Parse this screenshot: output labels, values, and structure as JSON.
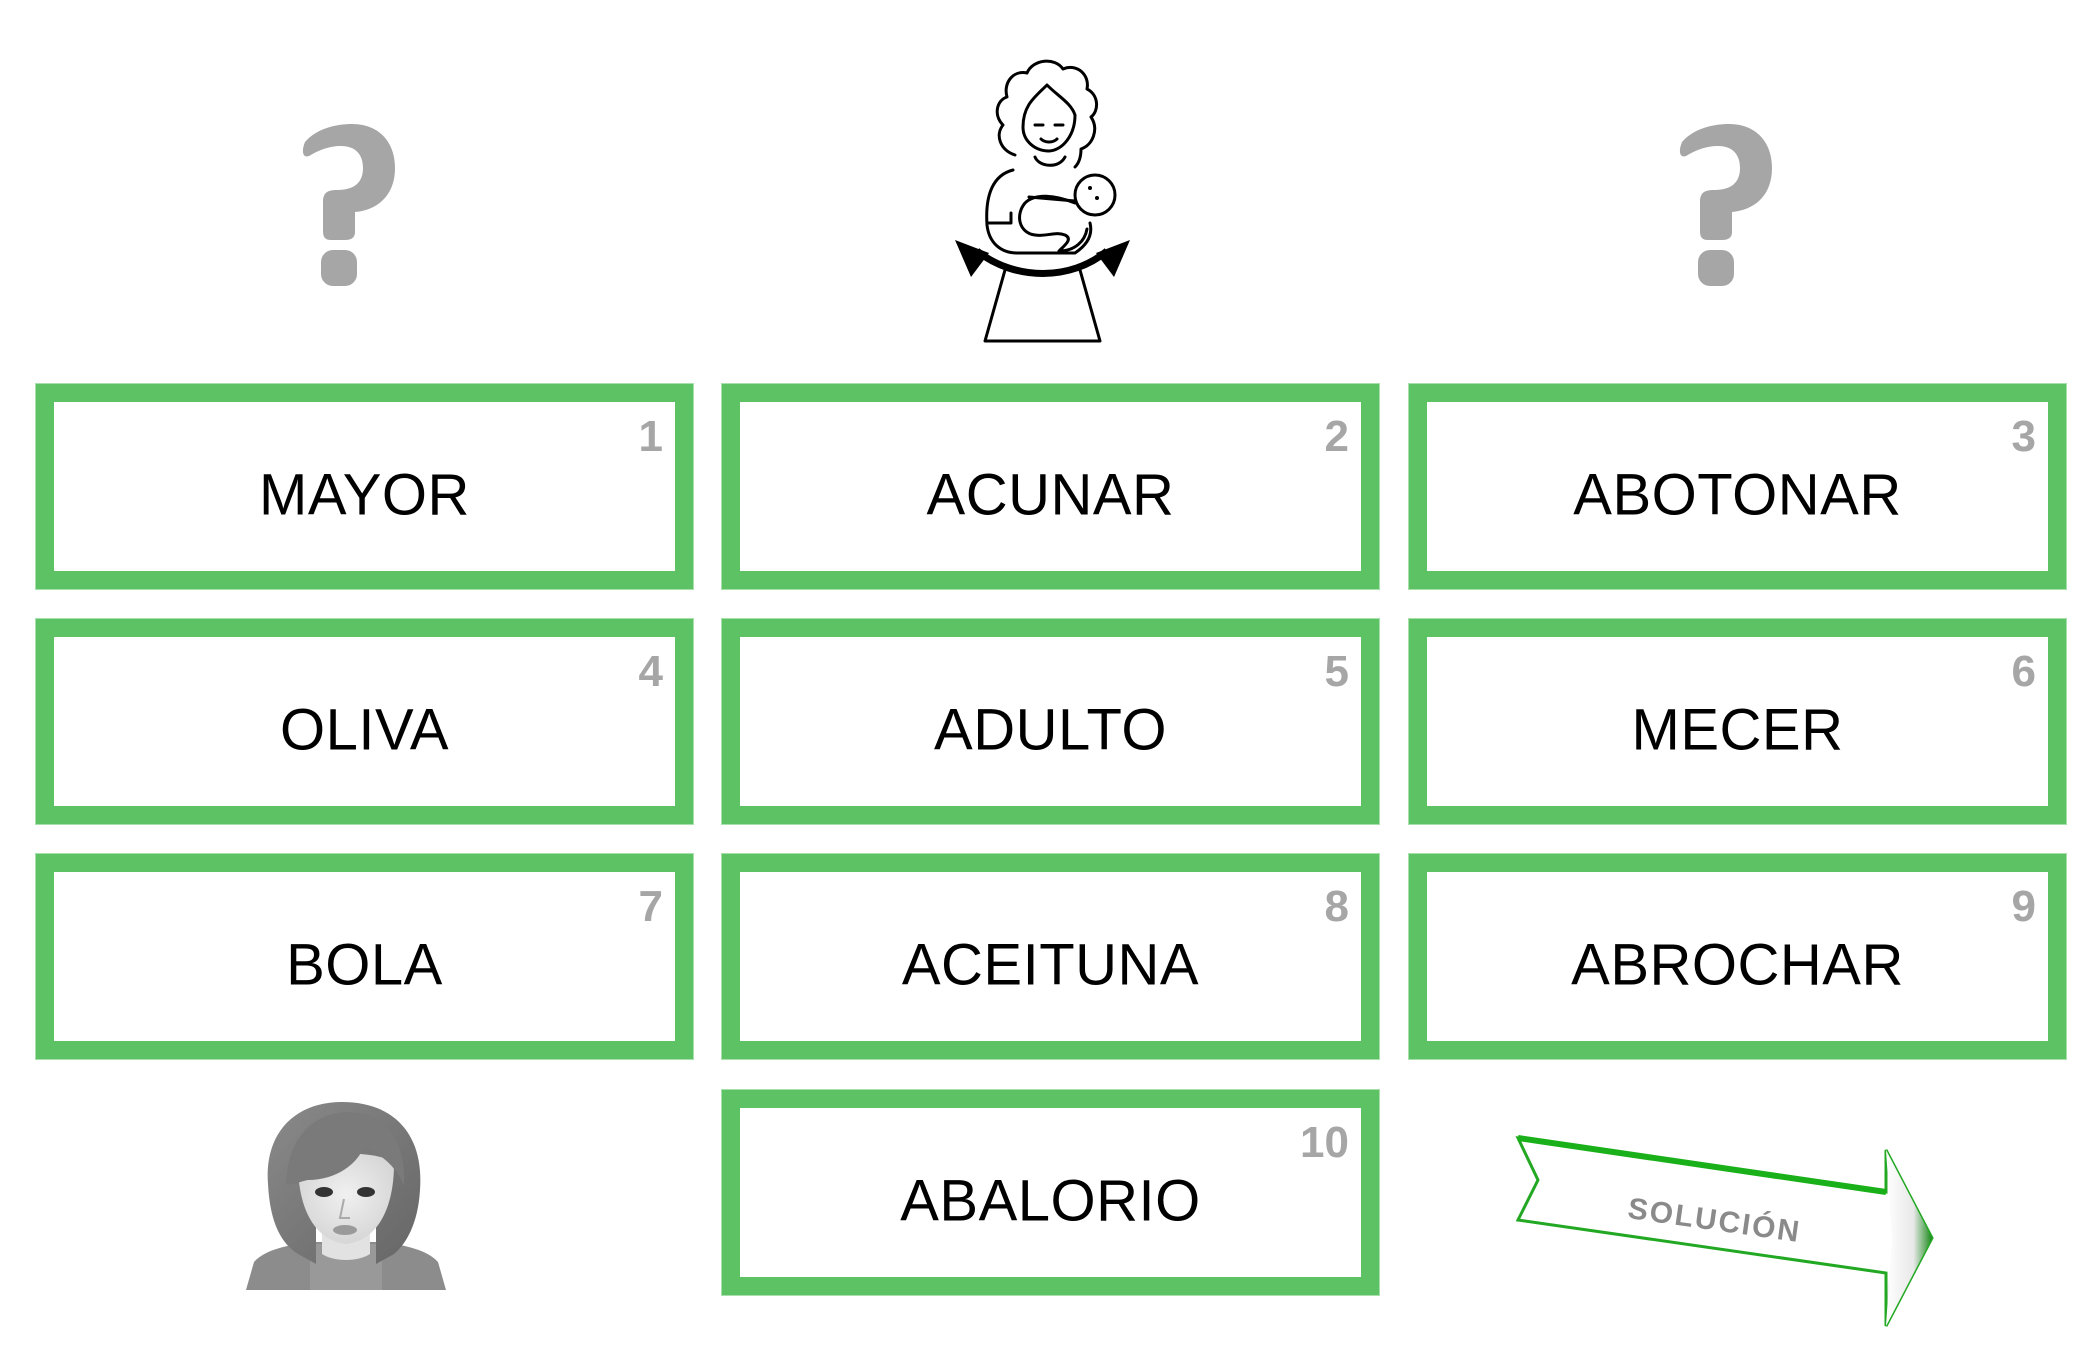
{
  "header": {
    "left_hint": "?",
    "right_hint": "?",
    "center_image": "mother-rocking-baby-pictogram"
  },
  "cards": [
    {
      "number": "1",
      "word": "MAYOR"
    },
    {
      "number": "2",
      "word": "ACUNAR"
    },
    {
      "number": "3",
      "word": "ABOTONAR"
    },
    {
      "number": "4",
      "word": "OLIVA"
    },
    {
      "number": "5",
      "word": "ADULTO"
    },
    {
      "number": "6",
      "word": "MECER"
    },
    {
      "number": "7",
      "word": "BOLA"
    },
    {
      "number": "8",
      "word": "ACEITUNA"
    },
    {
      "number": "9",
      "word": "ABROCHAR"
    },
    {
      "number": "10",
      "word": "ABALORIO"
    }
  ],
  "footer": {
    "avatar": "woman-avatar",
    "solution_label": "SOLUCIÓN"
  },
  "colors": {
    "card_border": "#5dc264",
    "number": "#a6a6a6",
    "question_mark": "#a6a6a6",
    "arrow_green": "#22a822"
  }
}
